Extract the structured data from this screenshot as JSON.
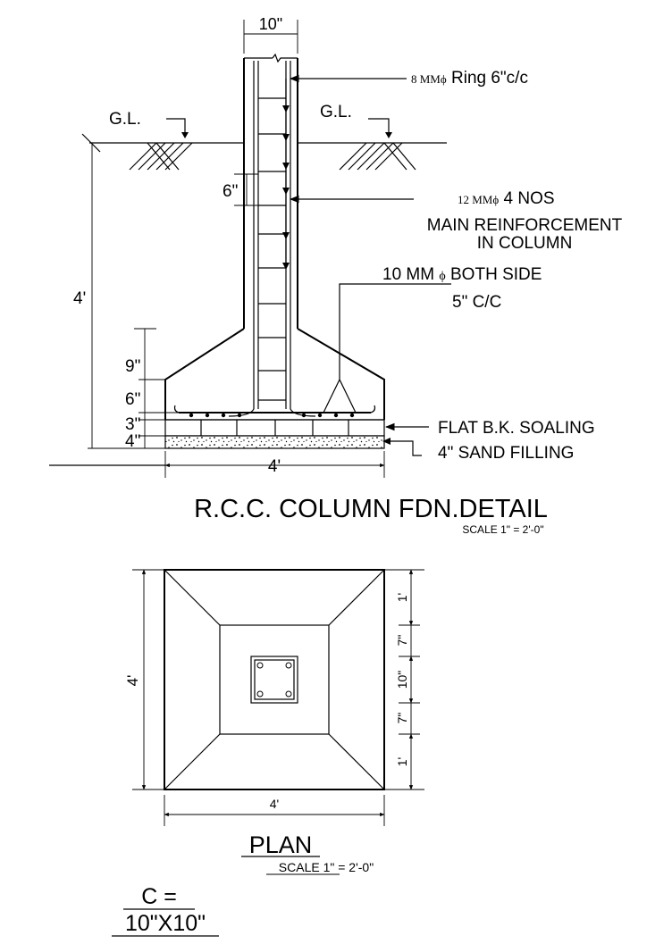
{
  "section": {
    "col_width_dim": "10\"",
    "ring_note_size": "8 MM",
    "ring_note_phi": "ϕ",
    "ring_note_text": " Ring 6\"c/c",
    "gl_left": "G.L.",
    "gl_right": "G.L.",
    "ring_spacing_dim": "6\"",
    "main_bar_size": "12 MM",
    "main_bar_phi": "ϕ",
    "main_bar_text": " 4 NOS",
    "main_reinf_line1": "MAIN REINFORCEMENT",
    "main_reinf_line2": "IN COLUMN",
    "footing_bar_a": "10 MM ",
    "footing_bar_phi": "ϕ",
    "footing_bar_b": " BOTH SIDE",
    "footing_bar_spacing": "5\" C/C",
    "depth_total": "4'",
    "dim_9": "9\"",
    "dim_6": "6\"",
    "dim_3": "3\"",
    "dim_4": "4\"",
    "base_width": "4'",
    "soling_label": "FLAT B.K. SOALING",
    "sand_label": "4\" SAND FILLING",
    "title": "R.C.C. COLUMN FDN.DETAIL",
    "scale": "SCALE 1\" = 2'-0\""
  },
  "plan": {
    "height_dim": "4'",
    "width_dim": "4'",
    "side_dims": [
      "1'",
      "7\"",
      "10\"",
      "7\"",
      "1'"
    ],
    "title": "PLAN",
    "scale": "SCALE 1\" = 2'-0\""
  },
  "column_note": {
    "line1": "C  =",
    "line2": "10\"X10\""
  }
}
